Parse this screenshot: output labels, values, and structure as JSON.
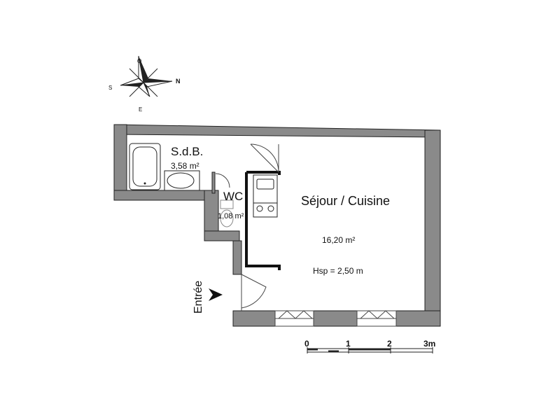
{
  "compass": {
    "o": "O",
    "n": "N",
    "s": "S",
    "e": "E"
  },
  "rooms": {
    "sdb": {
      "name": "S.d.B.",
      "area": "3,58 m²"
    },
    "wc": {
      "name": "WC",
      "area": "1,08 m²"
    },
    "sejour": {
      "name": "Séjour / Cuisine",
      "area": "16,20 m²",
      "height": "Hsp = 2,50 m"
    }
  },
  "entrance": {
    "label": "Entrée"
  },
  "scale": {
    "ticks": [
      "0",
      "1",
      "2",
      "3m"
    ]
  },
  "colors": {
    "wall": "#8a8a8a",
    "wall_outline": "#222222",
    "ink": "#111111"
  }
}
